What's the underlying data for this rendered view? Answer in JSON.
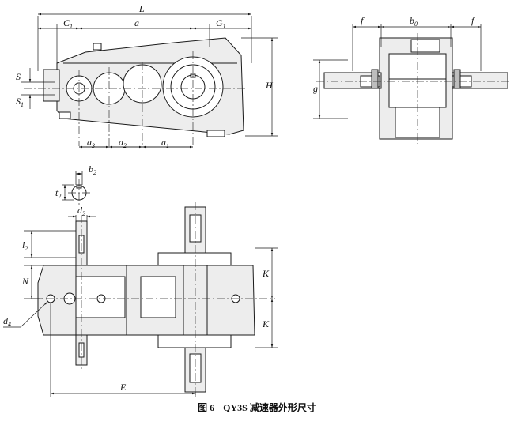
{
  "caption": {
    "figure_no": "图 6",
    "title": "QY3S 减速器外形尺寸"
  },
  "labels": {
    "L": "L",
    "C1": "C",
    "C1_sub": "1",
    "a": "a",
    "G1": "G",
    "G1_sub": "1",
    "S_upper": "S",
    "S_lower": "S",
    "S_lower_sub": "1",
    "H": "H",
    "a3": "a",
    "a3_sub": "3",
    "a2": "a",
    "a2_sub": "2",
    "a1": "a",
    "a1_sub": "1",
    "f_left": "f",
    "b0": "b",
    "b0_sub": "0",
    "f_right": "f",
    "g": "g",
    "b2": "b",
    "b2_sub": "2",
    "t2": "t",
    "t2_sub": "2",
    "d2": "d",
    "d2_sub": "2",
    "l2": "l",
    "l2_sub": "2",
    "N": "N",
    "K_upper": "K",
    "K_lower": "K",
    "d4": "d",
    "d4_sub": "4",
    "E": "E"
  }
}
